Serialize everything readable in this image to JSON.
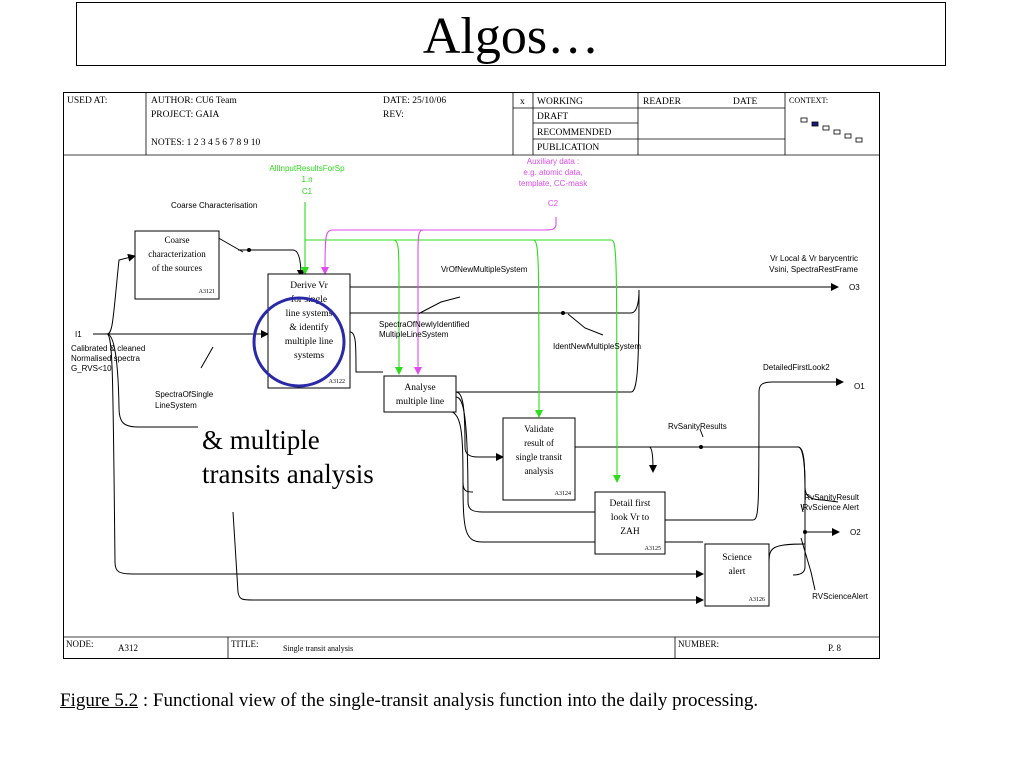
{
  "slide": {
    "title": "Algos…"
  },
  "header": {
    "used_at": "USED AT:",
    "author": "AUTHOR:  CU6 Team",
    "project": "PROJECT:  GAIA",
    "notes": "NOTES:  1  2  3  4  5  6  7  8  9  10",
    "date": "DATE:   25/10/06",
    "rev": "REV:",
    "status_mark": "x",
    "status": [
      "WORKING",
      "DRAFT",
      "RECOMMENDED",
      "PUBLICATION"
    ],
    "reader": "READER",
    "reader_date": "DATE",
    "context": "CONTEXT:"
  },
  "footer": {
    "node_label": "NODE:",
    "node_value": "A312",
    "title_label": "TITLE:",
    "title_value": "Single transit analysis",
    "number_label": "NUMBER:",
    "page": "P. 8"
  },
  "boxes": {
    "coarse": {
      "lines": [
        "Coarse",
        "characterization",
        "of the sources"
      ],
      "id": "A3121"
    },
    "derive": {
      "lines": [
        "Derive Vr",
        "for single",
        "line systems",
        "& identify",
        "multiple line",
        "systems"
      ],
      "id": "A3122"
    },
    "analyse": {
      "lines": [
        "Analyse",
        "multiple line"
      ]
    },
    "validate": {
      "lines": [
        "Validate",
        "result of",
        "single transit",
        "analysis"
      ],
      "id": "A3124"
    },
    "detail": {
      "lines": [
        "Detail first",
        "look Vr to",
        "ZAH"
      ],
      "id": "A3125"
    },
    "science": {
      "lines": [
        "Science",
        "alert"
      ],
      "id": "A3126"
    }
  },
  "labels": {
    "control1": [
      "AllInputResultsForSp",
      "1.n",
      "C1"
    ],
    "control2": [
      "Auxiliary data :",
      "e.g. atomic data,",
      "template, CC-mask",
      "C2"
    ],
    "coarse_char": "Coarse Characterisation",
    "input1": "I1",
    "input1_desc": [
      "Calibrated & cleaned",
      "Normalised spectra",
      "G_RVS<10"
    ],
    "spectra_single": [
      "SpectraOfSingle",
      "LineSystem"
    ],
    "spectra_newly": [
      "SpectraOfNewlyIdentified",
      "MultipleLineSystem"
    ],
    "vr_of_new": "VrOfNewMultipleSystem",
    "ident_new": "IdentNewMultipleSystem",
    "output1": [
      "Vr Local & Vr barycentric",
      "Vsini, SpectraRestFrame"
    ],
    "o3": "O3",
    "detailed_first": "DetailedFirstLook2",
    "o1": "O1",
    "rv_sanity_results": "RvSanityResults",
    "rv_sanity_result": "RvSanityResult",
    "rv_science_alert": "RvScience Alert",
    "o2": "O2",
    "rv_science_alert2": "RVScienceAlert"
  },
  "overlay": {
    "lines": [
      "& multiple",
      "transits analysis"
    ]
  },
  "caption": {
    "label": "Figure 5.2",
    "text": " : Functional view of the single-transit analysis function into the daily processing."
  },
  "colors": {
    "green": "#2fdc1e",
    "magenta": "#e04cf0",
    "circle": "#2a2aa8"
  }
}
